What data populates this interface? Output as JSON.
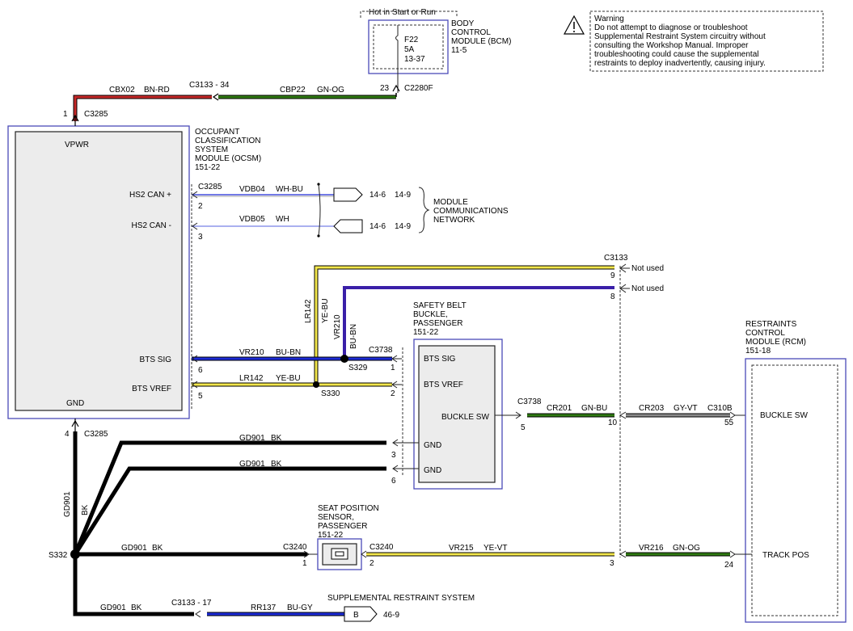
{
  "bcm": {
    "hot": "Hot in Start or Run",
    "name": [
      "BODY",
      "CONTROL",
      "MODULE (BCM)",
      "11-5"
    ],
    "fuse": [
      "F22",
      "5A",
      "13-37"
    ]
  },
  "warning": [
    "Warning",
    "Do not attempt to diagnose or troubleshoot",
    "Supplemental Restraint System circuitry without",
    "consulting the Workshop Manual. Improper",
    "troubleshooting could cause the supplemental",
    "restraints to deploy inadvertently, causing injury."
  ],
  "ocsm": {
    "name": [
      "OCCUPANT",
      "CLASSIFICATION",
      "SYSTEM",
      "MODULE (OCSM)",
      "151-22"
    ],
    "vpwr": "VPWR",
    "gnd": "GND",
    "hs2p": "HS2 CAN +",
    "hs2m": "HS2 CAN -",
    "btssig": "BTS SIG",
    "btsvref": "BTS VREF"
  },
  "network": [
    "MODULE",
    "COMMUNICATIONS",
    "NETWORK"
  ],
  "buckle": {
    "name": [
      "SAFETY BELT",
      "BUCKLE,",
      "PASSENGER",
      "151-22"
    ],
    "btssig": "BTS SIG",
    "btsvref": "BTS VREF",
    "sw": "BUCKLE SW",
    "gnd1": "GND",
    "gnd2": "GND"
  },
  "rcm": {
    "name": [
      "RESTRAINTS",
      "CONTROL",
      "MODULE (RCM)",
      "151-18"
    ],
    "sw": "BUCKLE SW",
    "track": "TRACK POS"
  },
  "seat": {
    "name": [
      "SEAT POSITION",
      "SENSOR,",
      "PASSENGER",
      "151-22"
    ]
  },
  "srs": {
    "title": "SUPPLEMENTAL RESTRAINT SYSTEM",
    "conn": "B",
    "ref": "46-9"
  },
  "wires": {
    "cbx02": "CBX02",
    "bnrd": "BN-RD",
    "c3133_34": "C3133 - 34",
    "cbp22": "CBP22",
    "gnog1": "GN-OG",
    "p23": "23",
    "c2280f": "C2280F",
    "p1": "1",
    "c3285a": "C3285",
    "c3285b": "C3285",
    "vdb04": "VDB04",
    "whbu": "WH-BU",
    "p2a": "2",
    "vdb05": "VDB05",
    "wh": "WH",
    "p3a": "3",
    "r146a": "14-6",
    "r149a": "14-9",
    "r146b": "14-6",
    "r149b": "14-9",
    "c3133t": "C3133",
    "notused1": "Not used",
    "notused2": "Not used",
    "p9": "9",
    "p8": "8",
    "lr142v": "LR142",
    "yebuv": "YE-BU",
    "vr210v": "VR210",
    "bubnv": "BU-BN",
    "vr210": "VR210",
    "bubn": "BU-BN",
    "p6a": "6",
    "c3738a": "C3738",
    "s329": "S329",
    "p1b": "1",
    "lr142": "LR142",
    "yebu": "YE-BU",
    "p5a": "5",
    "s330": "S330",
    "p2b": "2",
    "c3738b": "C3738",
    "p5b": "5",
    "cr201": "CR201",
    "gnbu": "GN-BU",
    "p10": "10",
    "cr203": "CR203",
    "gyvt": "GY-VT",
    "c310b": "C310B",
    "p55": "55",
    "p4": "4",
    "c3285c": "C3285",
    "gd901a": "GD901",
    "bka": "BK",
    "p3b": "3",
    "gd901b": "GD901",
    "bkb": "BK",
    "p6b": "6",
    "gd901v": "GD901",
    "bkv": "BK",
    "s332": "S332",
    "gd901c": "GD901",
    "bkc": "BK",
    "c3240a": "C3240",
    "p1c": "1",
    "c3240b": "C3240",
    "p2c": "2",
    "vr215": "VR215",
    "yevt": "YE-VT",
    "p3c": "3",
    "vr216": "VR216",
    "gnog2": "GN-OG",
    "p24": "24",
    "gd901d": "GD901",
    "bkd": "BK",
    "c3133_17": "C3133 - 17",
    "rr137": "RR137",
    "bugy": "BU-GY"
  },
  "colors": {
    "red": "#c62828",
    "green": "#2f7a12",
    "yellow": "#f2e64b",
    "blue": "#1d2bd6",
    "purple": "#3a1fa8",
    "black": "#000000",
    "grey": "#8a8a8a",
    "outline": "#4a4ab8"
  }
}
